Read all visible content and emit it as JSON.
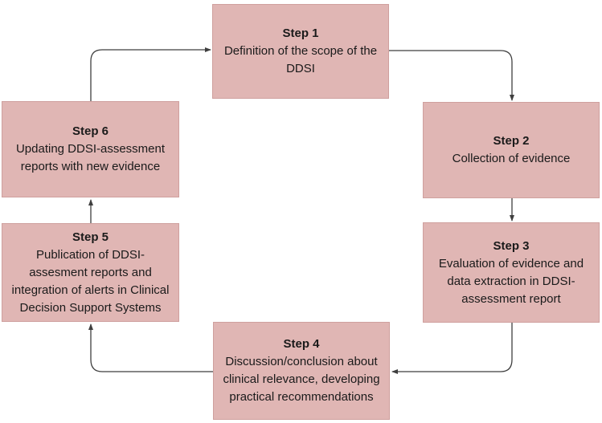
{
  "diagram": {
    "colors": {
      "background": "#ffffff",
      "box_fill": "#e0b6b4",
      "box_border": "#cfa09e",
      "arrow": "#3f3f3f",
      "text": "#1a1a1a"
    },
    "steps": [
      {
        "label": "Step 1",
        "text": "Definition of the scope of the DDSI"
      },
      {
        "label": "Step 2",
        "text": "Collection of evidence"
      },
      {
        "label": "Step 3",
        "text": "Evaluation of evidence and data extraction in DDSI-assessment report"
      },
      {
        "label": "Step 4",
        "text": "Discussion/conclusion about clinical relevance, developing practical recommendations"
      },
      {
        "label": "Step 5",
        "text": "Publication of DDSI-assesment reports and integration of alerts in Clinical Decision Support Systems"
      },
      {
        "label": "Step 6",
        "text": "Updating DDSI-assessment reports with new evidence"
      }
    ],
    "connectors": [
      {
        "from": "Step 1",
        "to": "Step 2",
        "arrow_direction": "down"
      },
      {
        "from": "Step 2",
        "to": "Step 3",
        "arrow_direction": "down"
      },
      {
        "from": "Step 3",
        "to": "Step 4",
        "arrow_direction": "left"
      },
      {
        "from": "Step 4",
        "to": "Step 5",
        "arrow_direction": "up"
      },
      {
        "from": "Step 5",
        "to": "Step 6",
        "arrow_direction": "up"
      },
      {
        "from": "Step 6",
        "to": "Step 1",
        "arrow_direction": "right"
      }
    ]
  }
}
